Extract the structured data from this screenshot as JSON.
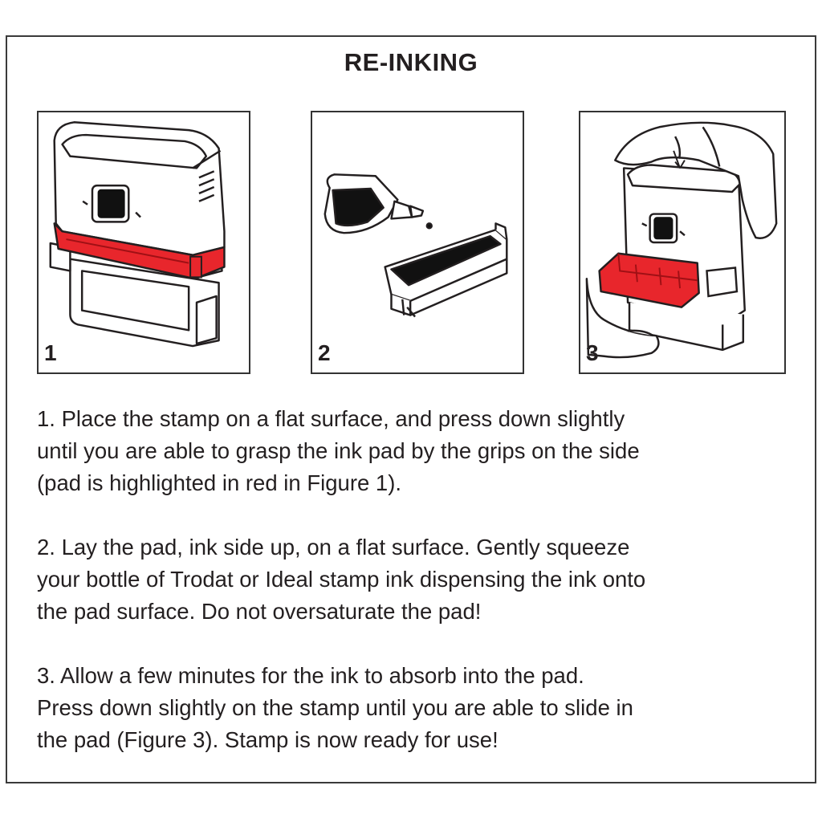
{
  "document": {
    "title": "RE-INKING",
    "figures": [
      {
        "number": "1"
      },
      {
        "number": "2"
      },
      {
        "number": "3"
      }
    ],
    "steps": [
      "1. Place the stamp on a flat surface, and press down slightly\nuntil you are able to grasp the ink pad by the grips on the side\n(pad is highlighted in red in Figure 1).",
      "2. Lay the pad, ink side up, on a flat surface.  Gently squeeze\nyour bottle of Trodat or Ideal stamp ink dispensing the ink onto\nthe pad surface.  Do not oversaturate the pad!",
      "3. Allow a few minutes for the ink to absorb into the pad.\nPress down slightly on the stamp until you are able to slide in\nthe pad (Figure 3).  Stamp is now ready for use!"
    ]
  },
  "colors": {
    "ink_pad_red": "#e8262c",
    "line": "#231f20",
    "ink_black": "#111111"
  }
}
